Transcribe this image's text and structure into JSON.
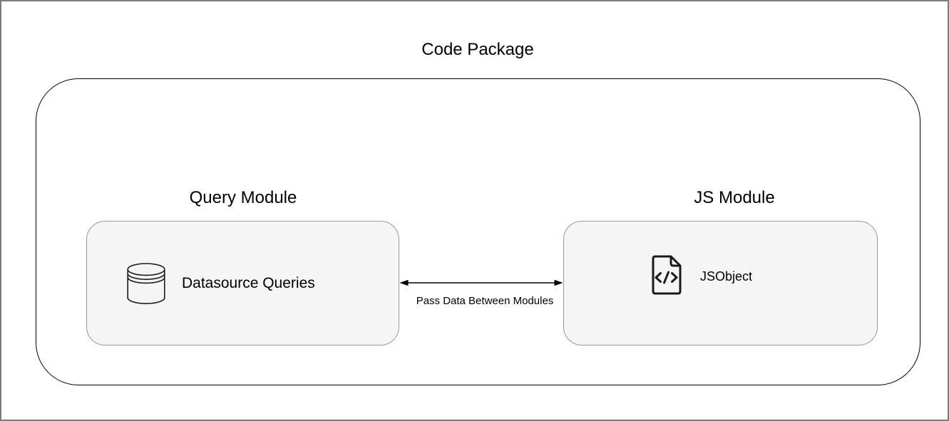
{
  "page": {
    "title": "Code Package"
  },
  "modules": {
    "query": {
      "label": "Query Module",
      "item": {
        "icon": "database-icon",
        "label": "Datasource Queries"
      }
    },
    "js": {
      "label": "JS Module",
      "item": {
        "icon": "code-file-icon",
        "label": "JSObject"
      }
    }
  },
  "connector": {
    "label": "Pass Data Between Modules",
    "style": "double-headed-arrow"
  },
  "colors": {
    "module_box_fill": "#f5f5f5",
    "module_box_border": "#999999",
    "container_border": "#000000",
    "frame_border": "#7b7b7b",
    "text": "#000000",
    "icon_stroke": "#1a1a1a",
    "arrow": "#000000"
  }
}
